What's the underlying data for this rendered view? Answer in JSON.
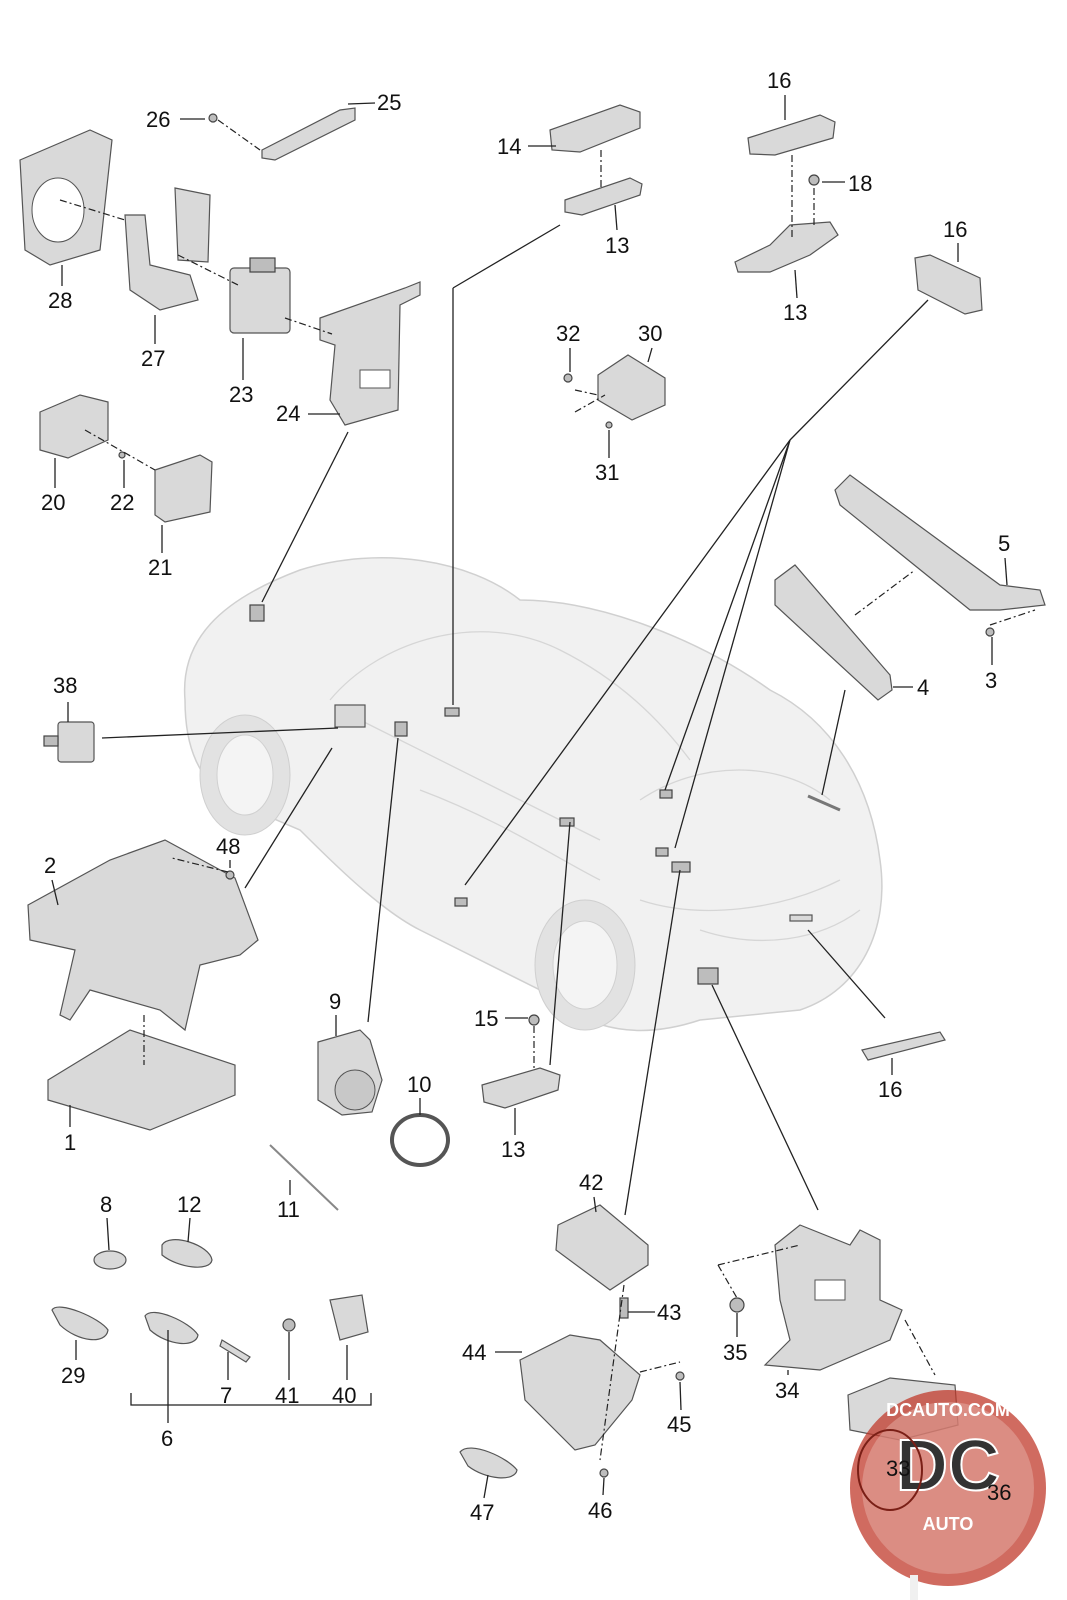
{
  "callouts": [
    {
      "id": "c25",
      "text": "25"
    },
    {
      "id": "c26",
      "text": "26"
    },
    {
      "id": "c28",
      "text": "28"
    },
    {
      "id": "c27",
      "text": "27"
    },
    {
      "id": "c23",
      "text": "23"
    },
    {
      "id": "c24",
      "text": "24"
    },
    {
      "id": "c20",
      "text": "20"
    },
    {
      "id": "c22",
      "text": "22"
    },
    {
      "id": "c21",
      "text": "21"
    },
    {
      "id": "c14",
      "text": "14"
    },
    {
      "id": "c13a",
      "text": "13"
    },
    {
      "id": "c16a",
      "text": "16"
    },
    {
      "id": "c18",
      "text": "18"
    },
    {
      "id": "c13b",
      "text": "13"
    },
    {
      "id": "c16b",
      "text": "16"
    },
    {
      "id": "c32",
      "text": "32"
    },
    {
      "id": "c30",
      "text": "30"
    },
    {
      "id": "c31",
      "text": "31"
    },
    {
      "id": "c5",
      "text": "5"
    },
    {
      "id": "c4",
      "text": "4"
    },
    {
      "id": "c3",
      "text": "3"
    },
    {
      "id": "c38",
      "text": "38"
    },
    {
      "id": "c2",
      "text": "2"
    },
    {
      "id": "c48",
      "text": "48"
    },
    {
      "id": "c1",
      "text": "1"
    },
    {
      "id": "c9",
      "text": "9"
    },
    {
      "id": "c10",
      "text": "10"
    },
    {
      "id": "c11",
      "text": "11"
    },
    {
      "id": "c15",
      "text": "15"
    },
    {
      "id": "c13c",
      "text": "13"
    },
    {
      "id": "c16c",
      "text": "16"
    },
    {
      "id": "c8",
      "text": "8"
    },
    {
      "id": "c12",
      "text": "12"
    },
    {
      "id": "c29",
      "text": "29"
    },
    {
      "id": "c7",
      "text": "7"
    },
    {
      "id": "c41",
      "text": "41"
    },
    {
      "id": "c40",
      "text": "40"
    },
    {
      "id": "c6",
      "text": "6"
    },
    {
      "id": "c42",
      "text": "42"
    },
    {
      "id": "c43",
      "text": "43"
    },
    {
      "id": "c44",
      "text": "44"
    },
    {
      "id": "c45",
      "text": "45"
    },
    {
      "id": "c46",
      "text": "46"
    },
    {
      "id": "c47",
      "text": "47"
    },
    {
      "id": "c35",
      "text": "35"
    },
    {
      "id": "c34",
      "text": "34"
    },
    {
      "id": "c33",
      "text": "33"
    },
    {
      "id": "c36",
      "text": "36"
    }
  ],
  "watermark": {
    "site": "DCAUTO.COM",
    "mark": "DC",
    "sub": "AUTO",
    "colors": {
      "red": "#c0392b",
      "dark": "#333333"
    }
  }
}
